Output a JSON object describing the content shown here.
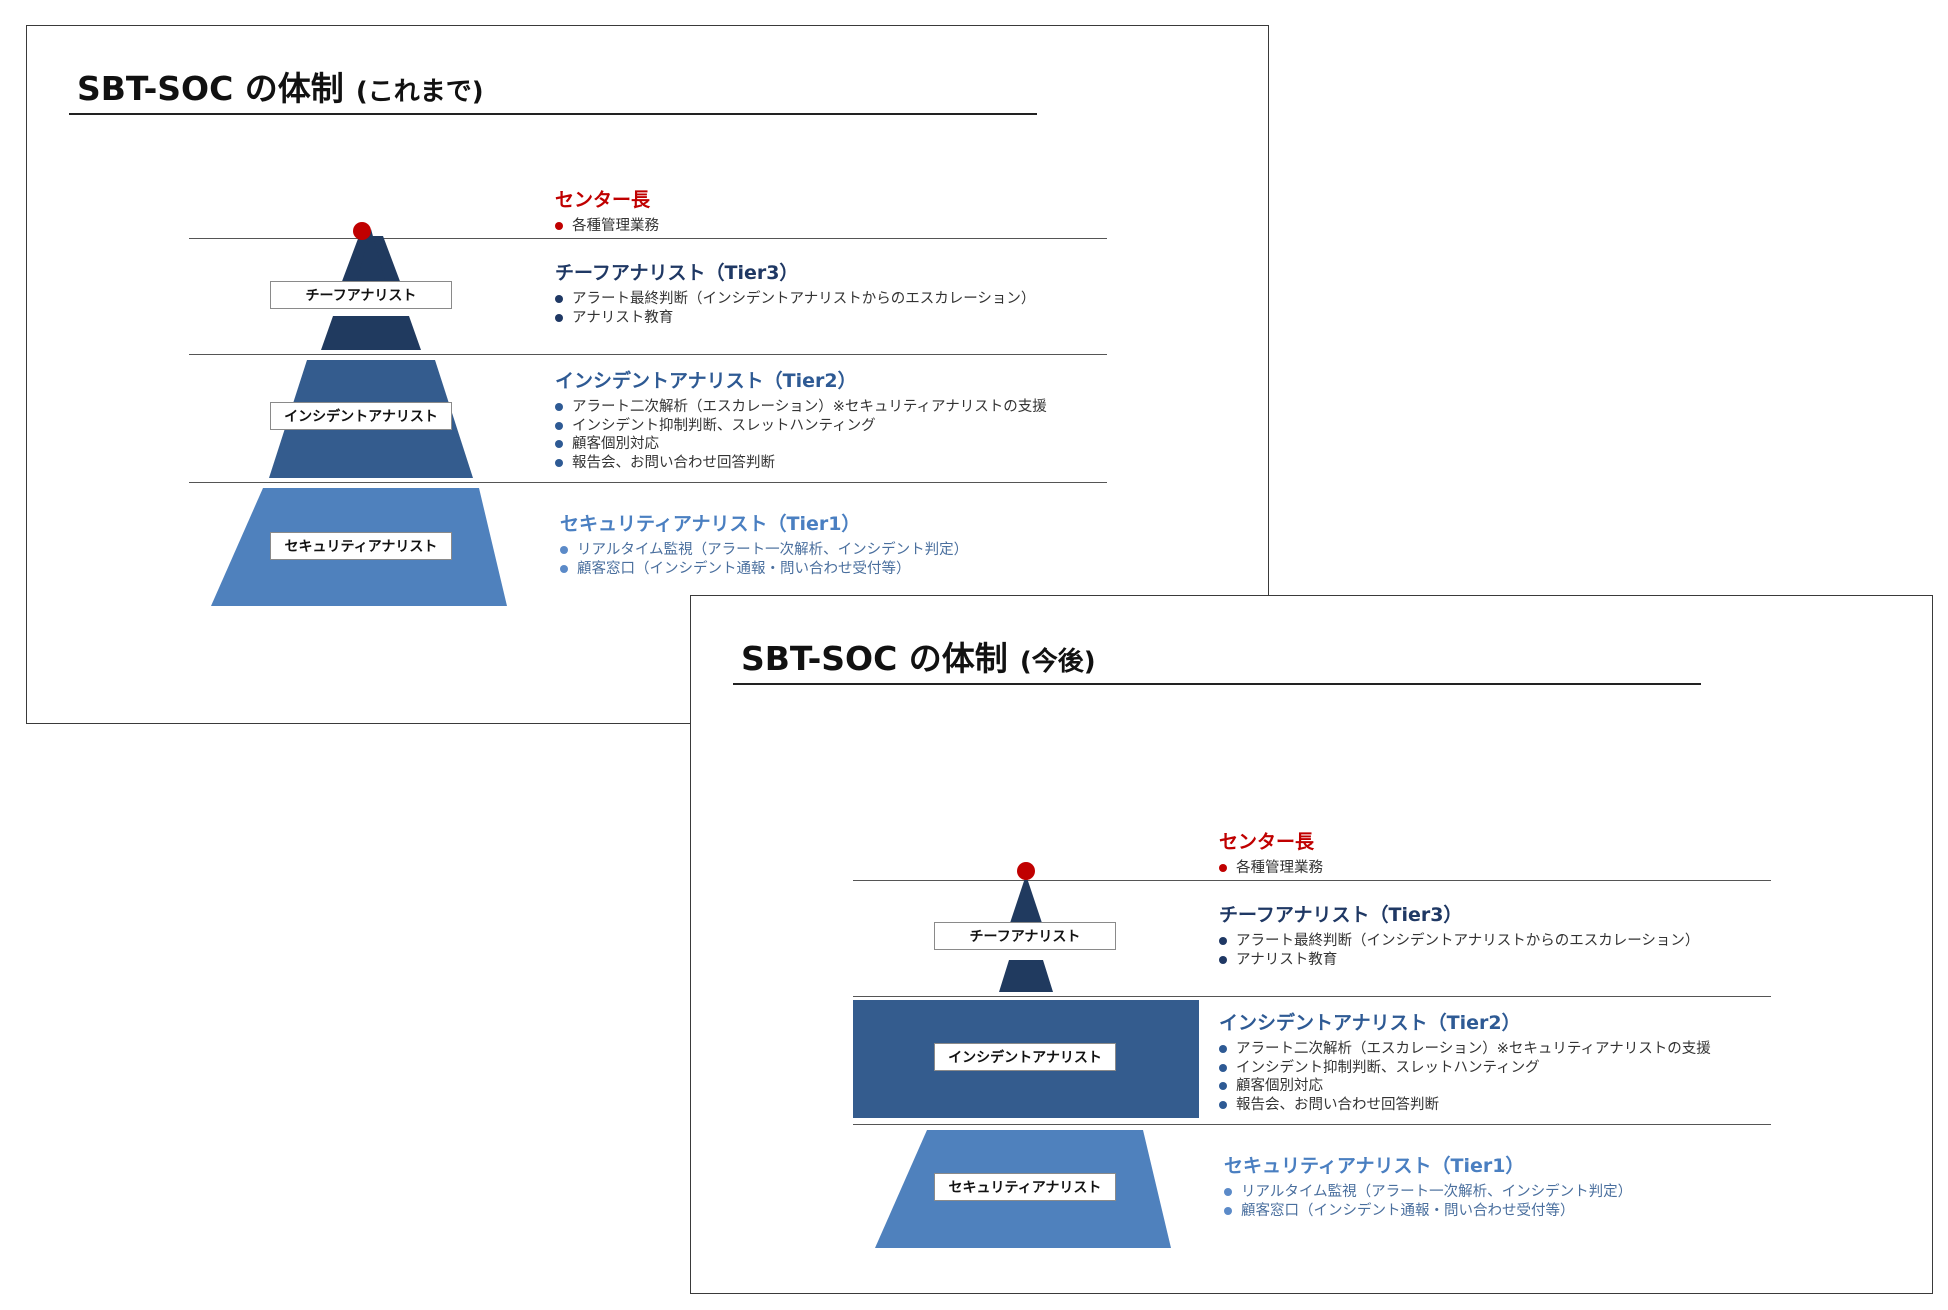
{
  "colors": {
    "red": "#c00000",
    "tier3": "#203a5f",
    "tier2": "#345c8e",
    "tier1": "#4f81bd",
    "rule": "#222222"
  },
  "slides": [
    {
      "id": "before",
      "title": "SBT-SOC の体制",
      "subtitle": "(これまで)",
      "pyramid_shape": "pyramid",
      "center_head": {
        "title": "センター長",
        "items": [
          "各種管理業務"
        ]
      },
      "tiers": [
        {
          "badge": "チーフアナリスト",
          "title": "チーフアナリスト（Tier3）",
          "items": [
            "アラート最終判断（インシデントアナリストからのエスカレーション）",
            "アナリスト教育"
          ]
        },
        {
          "badge": "インシデントアナリスト",
          "title": "インシデントアナリスト（Tier2）",
          "items": [
            "アラート二次解析（エスカレーション）※セキュリティアナリストの支援",
            "インシデント抑制判断、スレットハンティング",
            "顧客個別対応",
            "報告会、お問い合わせ回答判断"
          ]
        },
        {
          "badge": "セキュリティアナリスト",
          "title": "セキュリティアナリスト（Tier1）",
          "items": [
            "リアルタイム監視（アラート一次解析、インシデント判定）",
            "顧客窓口（インシデント通報・問い合わせ受付等）"
          ]
        }
      ]
    },
    {
      "id": "after",
      "title": "SBT-SOC の体制",
      "subtitle": "(今後)",
      "pyramid_shape": "tier2-rectangle",
      "center_head": {
        "title": "センター長",
        "items": [
          "各種管理業務"
        ]
      },
      "tiers": [
        {
          "badge": "チーフアナリスト",
          "title": "チーフアナリスト（Tier3）",
          "items": [
            "アラート最終判断（インシデントアナリストからのエスカレーション）",
            "アナリスト教育"
          ]
        },
        {
          "badge": "インシデントアナリスト",
          "title": "インシデントアナリスト（Tier2）",
          "items": [
            "アラート二次解析（エスカレーション）※セキュリティアナリストの支援",
            "インシデント抑制判断、スレットハンティング",
            "顧客個別対応",
            "報告会、お問い合わせ回答判断"
          ]
        },
        {
          "badge": "セキュリティアナリスト",
          "title": "セキュリティアナリスト（Tier1）",
          "items": [
            "リアルタイム監視（アラート一次解析、インシデント判定）",
            "顧客窓口（インシデント通報・問い合わせ受付等）"
          ]
        }
      ]
    }
  ]
}
